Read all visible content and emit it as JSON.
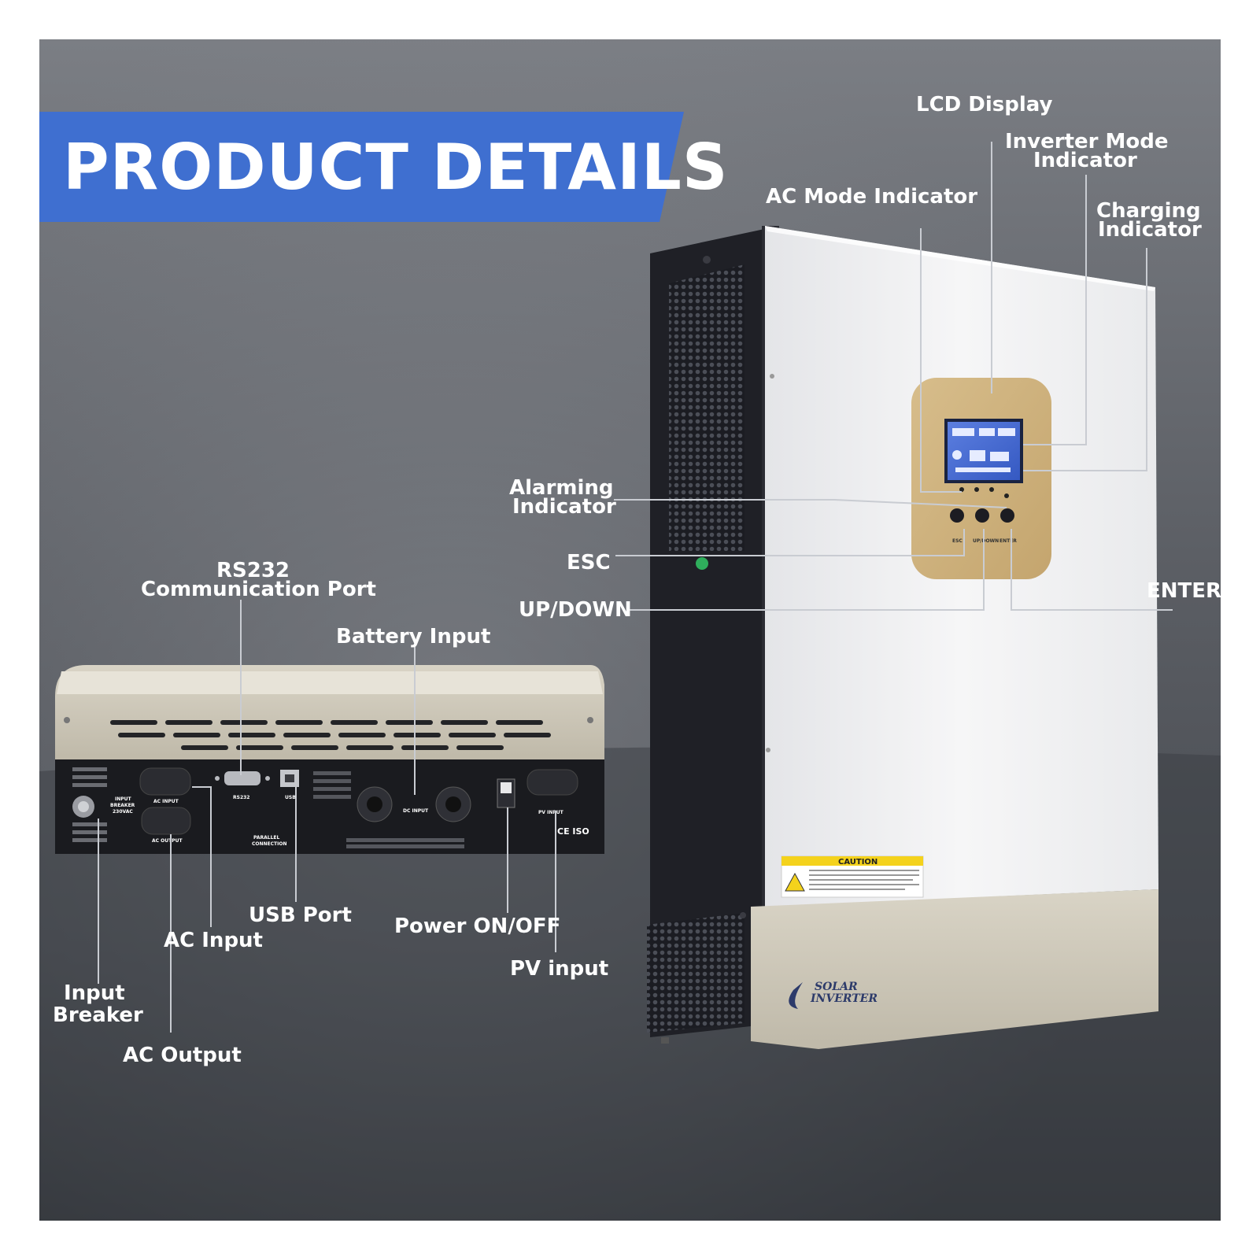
{
  "banner": {
    "title": "PRODUCT DETAILS",
    "color": "#3f6fd0"
  },
  "labels": {
    "lcd_display": "LCD Display",
    "inverter_mode_1": "Inverter Mode",
    "inverter_mode_2": "Indicator",
    "ac_mode_indicator": "AC Mode Indicator",
    "charging_1": "Charging",
    "charging_2": "Indicator",
    "alarming_1": "Alarming",
    "alarming_2": "Indicator",
    "esc": "ESC",
    "up_down": "UP/DOWN",
    "enter": "ENTER",
    "rs232_1": "RS232",
    "rs232_2": "Communication Port",
    "battery_input": "Battery Input",
    "usb_port": "USB Port",
    "ac_input": "AC Input",
    "power_on_off": "Power ON/OFF",
    "pv_input": "PV input",
    "input_breaker_1": "Input",
    "input_breaker_2": "Breaker",
    "ac_output": "AC Output"
  },
  "panel_text": {
    "ac_input": "AC INPUT",
    "ac_output": "AC OUTPUT",
    "rs232": "RS232",
    "usb": "USB",
    "dc_input": "DC INPUT",
    "pv_input": "PV INPUT",
    "parallel_1": "PARALLEL",
    "parallel_2": "CONNECTION",
    "input_breaker_1": "INPUT",
    "input_breaker_2": "BREAKER",
    "input_breaker_3": "230VAC",
    "esc": "ESC",
    "updown": "UP/DOWN",
    "enter": "ENTER",
    "cert": "CE ISO"
  },
  "device": {
    "caution": "CAUTION",
    "brand_1": "SOLAR",
    "brand_2": "INVERTER"
  }
}
